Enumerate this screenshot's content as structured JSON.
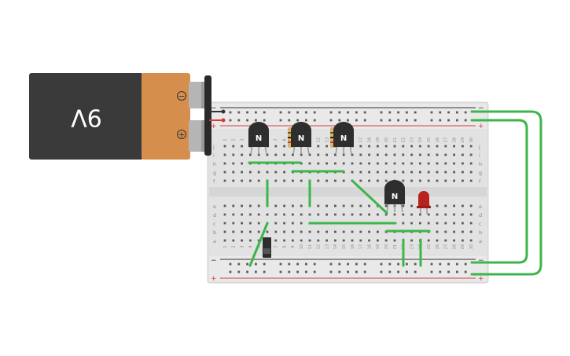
{
  "battery": {
    "label": "9V",
    "negative_sign": "−",
    "positive_sign": "+"
  },
  "breadboard": {
    "row_letters_top": [
      "j",
      "i",
      "h",
      "g",
      "f"
    ],
    "row_letters_bottom": [
      "e",
      "d",
      "c",
      "b",
      "a"
    ],
    "columns": 30,
    "rail_negative": "−",
    "rail_positive": "+"
  },
  "transistors": [
    {
      "label": "N"
    },
    {
      "label": "N"
    },
    {
      "label": "N"
    },
    {
      "label": "N"
    }
  ],
  "colors": {
    "wire": "#3cb54a",
    "board": "#e2e2e2",
    "rail_red": "#d43a3a",
    "rail_black": "#333333",
    "battery_body": "#3a3a3a",
    "battery_cap": "#d58e4c",
    "led": "#b8231f",
    "transistor": "#2e2e2e"
  }
}
